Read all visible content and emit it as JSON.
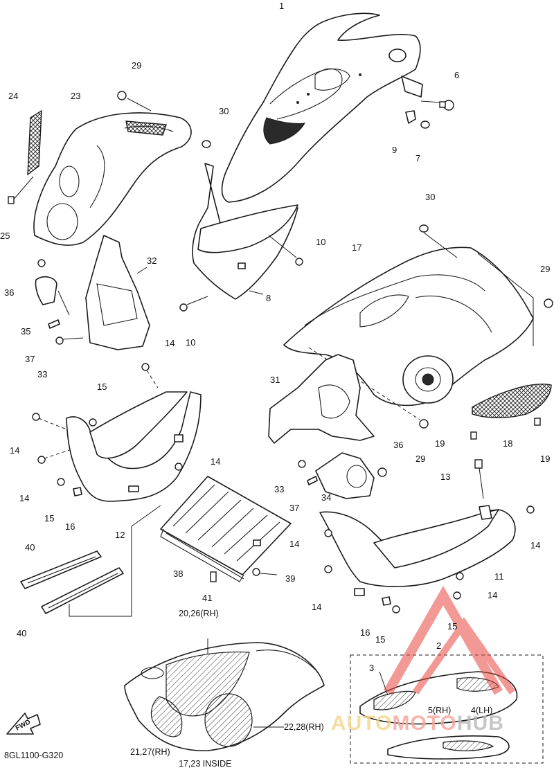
{
  "diagram": {
    "code": "8GL1100-G320",
    "fwd_label": "FWD",
    "watermark": {
      "part1": "AUTO",
      "part2": "MOTO",
      "part3": "HUB",
      "color_accent": "#e8473f",
      "color_gold": "#f0c050"
    },
    "notes": {
      "rh_20_26": "20,26(RH)",
      "rh_21_27": "21,27(RH)",
      "rh_22_28": "22,28(RH)",
      "inside_17_23": "17,23 INSIDE",
      "rh_5": "5(RH)",
      "lh_4": "4(LH)"
    },
    "callouts": {
      "c1": "1",
      "c2": "2",
      "c3": "3",
      "c6": "6",
      "c7": "7",
      "c8": "8",
      "c9": "9",
      "c10a": "10",
      "c10b": "10",
      "c11": "11",
      "c12": "12",
      "c13": "13",
      "c14a": "14",
      "c14b": "14",
      "c14c": "14",
      "c14d": "14",
      "c14e": "14",
      "c14f": "14",
      "c14g": "14",
      "c14h": "14",
      "c15a": "15",
      "c15b": "15",
      "c15c": "15",
      "c15d": "15",
      "c16a": "16",
      "c16b": "16",
      "c17": "17",
      "c18": "18",
      "c19a": "19",
      "c19b": "19",
      "c23": "23",
      "c24": "24",
      "c25": "25",
      "c29a": "29",
      "c29b": "29",
      "c29c": "29",
      "c30a": "30",
      "c30b": "30",
      "c31": "31",
      "c32": "32",
      "c33a": "33",
      "c33b": "33",
      "c34": "34",
      "c35": "35",
      "c36a": "36",
      "c36b": "36",
      "c37a": "37",
      "c37b": "37",
      "c38": "38",
      "c39": "39",
      "c40a": "40",
      "c40b": "40",
      "c41": "41"
    }
  }
}
